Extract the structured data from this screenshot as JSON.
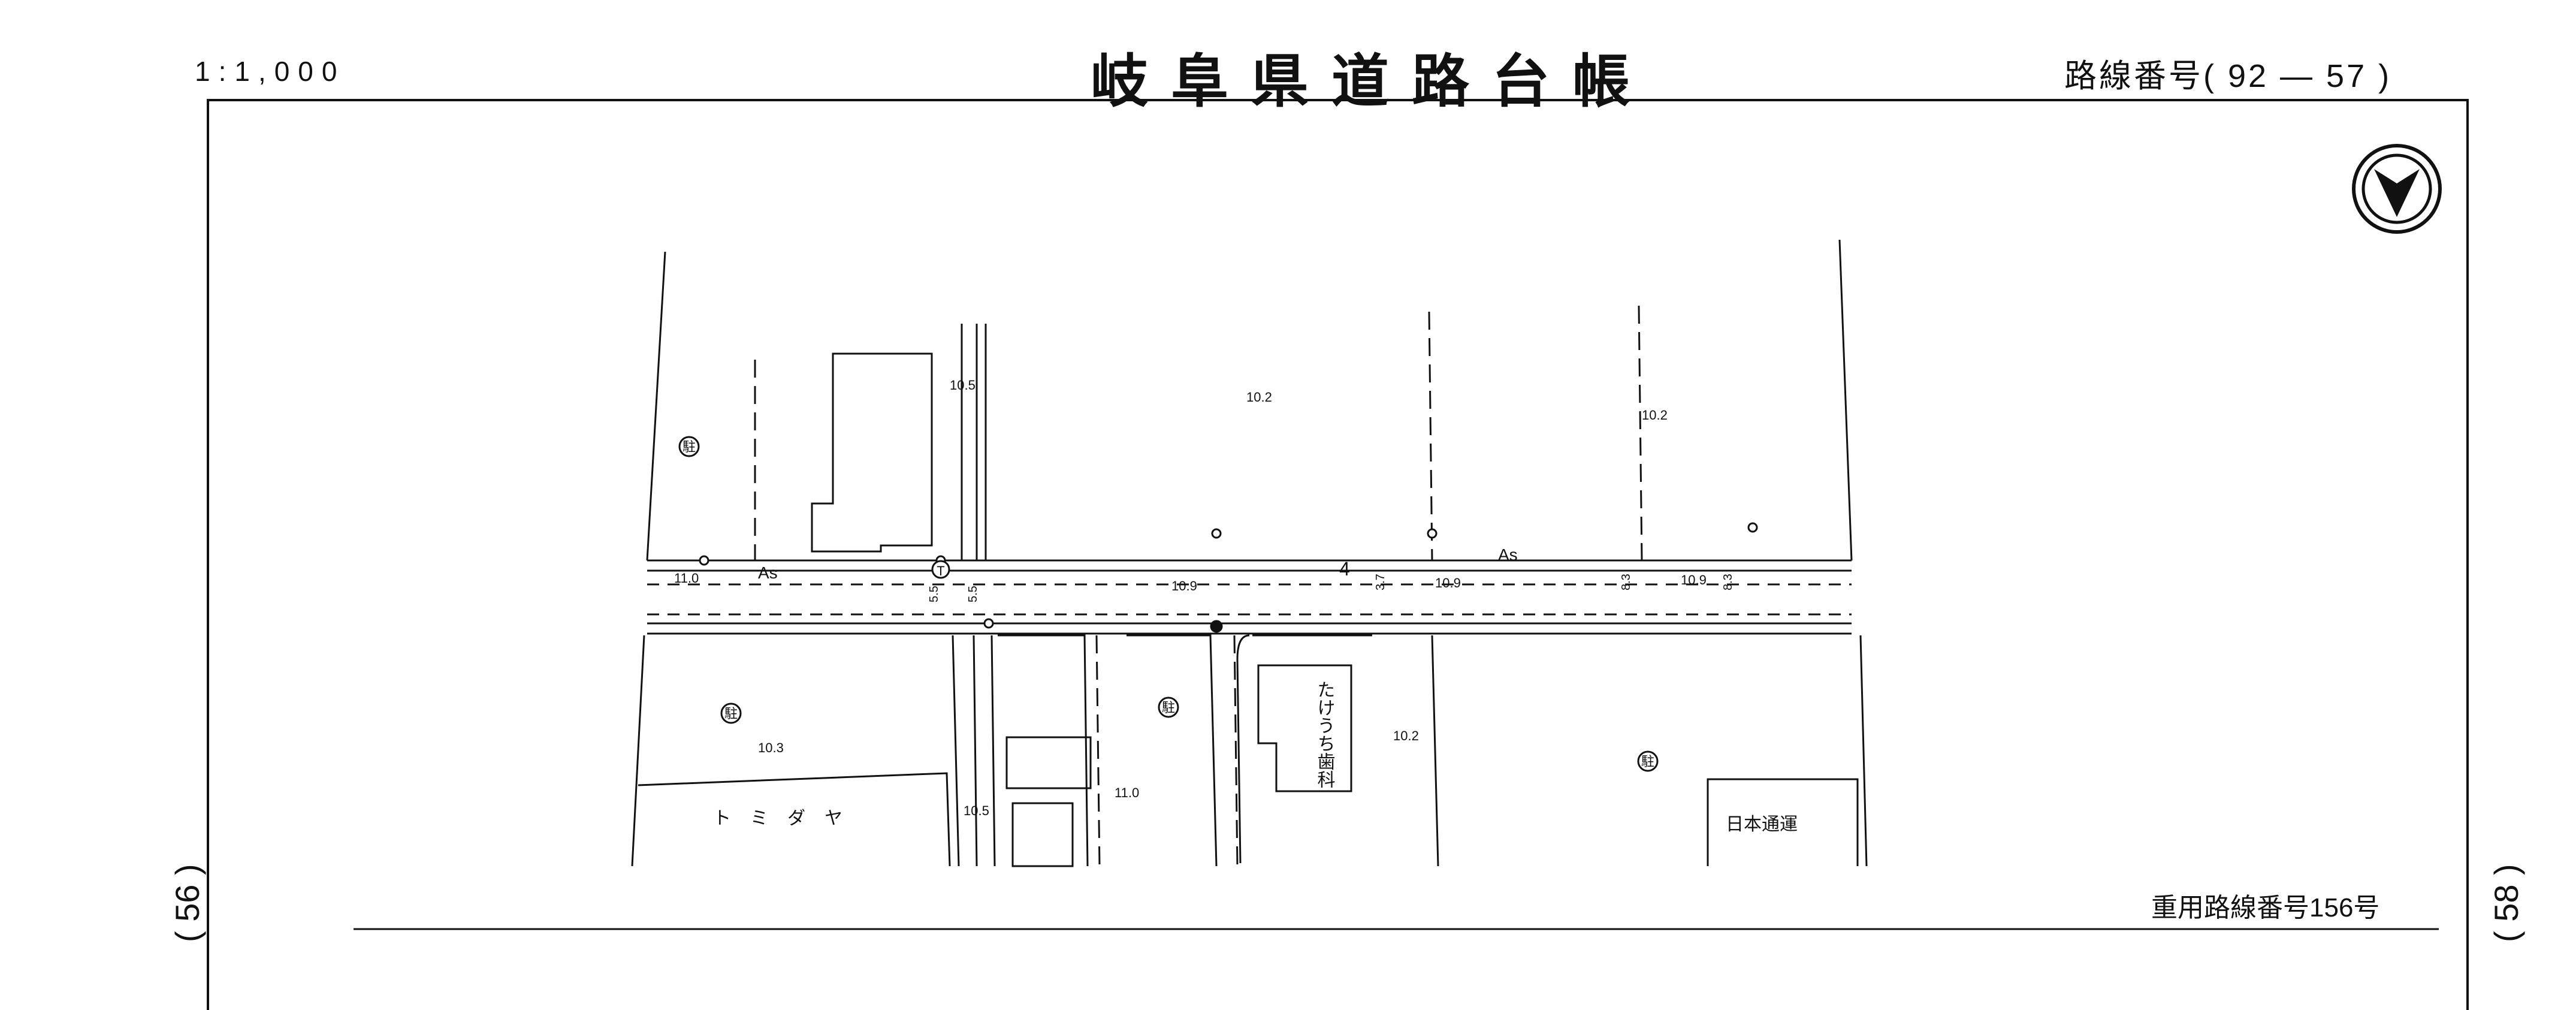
{
  "header": {
    "scale": "1:1,000",
    "title": "岐阜県道路台帳",
    "route_number": "路線番号( 92 — 57 )"
  },
  "margin": {
    "prev_sheet": "( 56 )",
    "next_sheet": "( 58 )"
  },
  "footer": {
    "dual_route": "重用路線番号156号"
  },
  "map": {
    "places": {
      "tomidaya": "トミダヤ",
      "nihon_tsuun": "日本通運",
      "takeuchi_shika": "たけうち歯科"
    },
    "surface_labels": [
      "As",
      "As"
    ],
    "road_width": "4",
    "elevations": {
      "e1": "10.5",
      "e2": "10.2",
      "e3": "10.2",
      "e4": "11.0",
      "e5": "10.9",
      "e6": "10.9",
      "e7": "10.9",
      "e8": "10.3",
      "e9": "10.5",
      "e10": "11.0",
      "e11": "10.2"
    },
    "width_marks": [
      "5.5",
      "5.5",
      "3.7",
      "8.3",
      "8.3"
    ],
    "symbols": {
      "parking": "駐",
      "parking_count": 4,
      "phone_mark": "T",
      "north_arrow": "north-arrow-icon"
    }
  }
}
